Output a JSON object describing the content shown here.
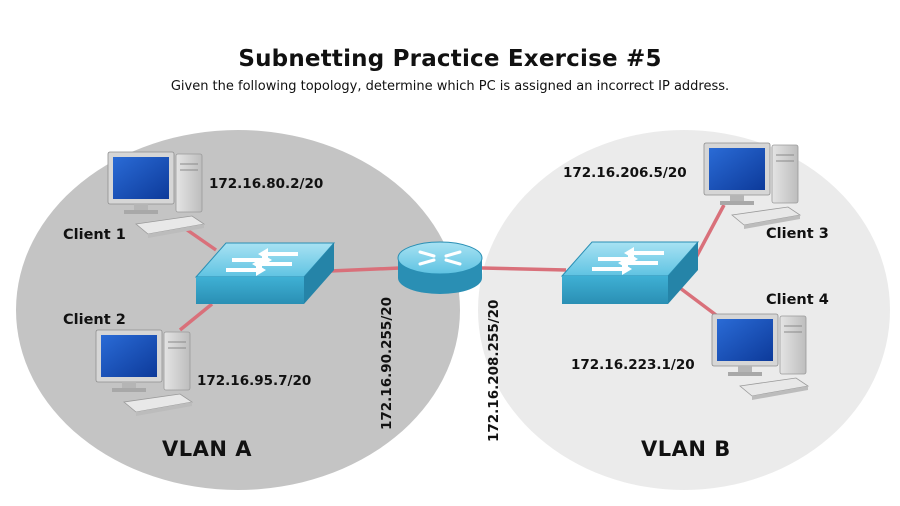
{
  "title": "Subnetting Practice Exercise #5",
  "subtitle": "Given the following topology, determine which PC is assigned an incorrect IP address.",
  "vlans": [
    {
      "label": "VLAN A",
      "color": "#c4c4c4"
    },
    {
      "label": "VLAN B",
      "color": "#ebebeb"
    }
  ],
  "clients": [
    {
      "name": "Client 1",
      "ip": "172.16.80.2/20"
    },
    {
      "name": "Client 2",
      "ip": "172.16.95.7/20"
    },
    {
      "name": "Client 3",
      "ip": "172.16.206.5/20"
    },
    {
      "name": "Client 4",
      "ip": "172.16.223.1/20"
    }
  ],
  "router_interfaces": [
    {
      "ip": "172.16.90.255/20"
    },
    {
      "ip": "172.16.208.255/20"
    }
  ],
  "colors": {
    "link": "#d9707a",
    "device": "#4ab8d8",
    "device_top": "#8fd6ec"
  }
}
